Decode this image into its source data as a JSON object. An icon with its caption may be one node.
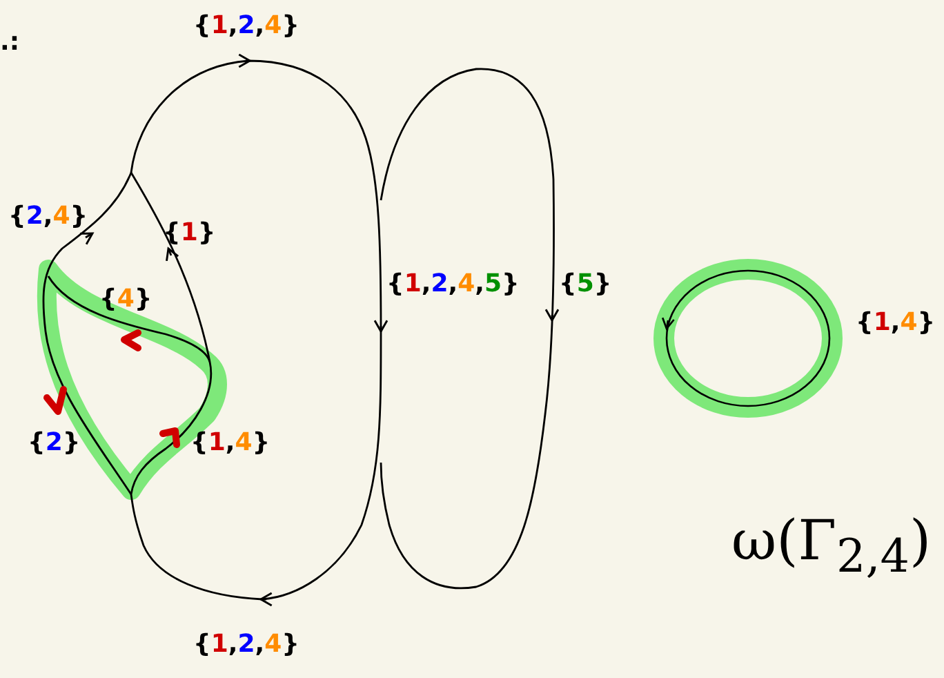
{
  "diagram": {
    "labels": [
      ".:",
      "{1,2,4}",
      "{2,4}",
      "{1}",
      "{4}",
      "{1,2,4,5}",
      "{5}",
      "{1,4}",
      "{2}",
      "{1,4}",
      "{1,2,4}",
      "ω(Γ$_{2,4}$)"
    ]
  }
}
